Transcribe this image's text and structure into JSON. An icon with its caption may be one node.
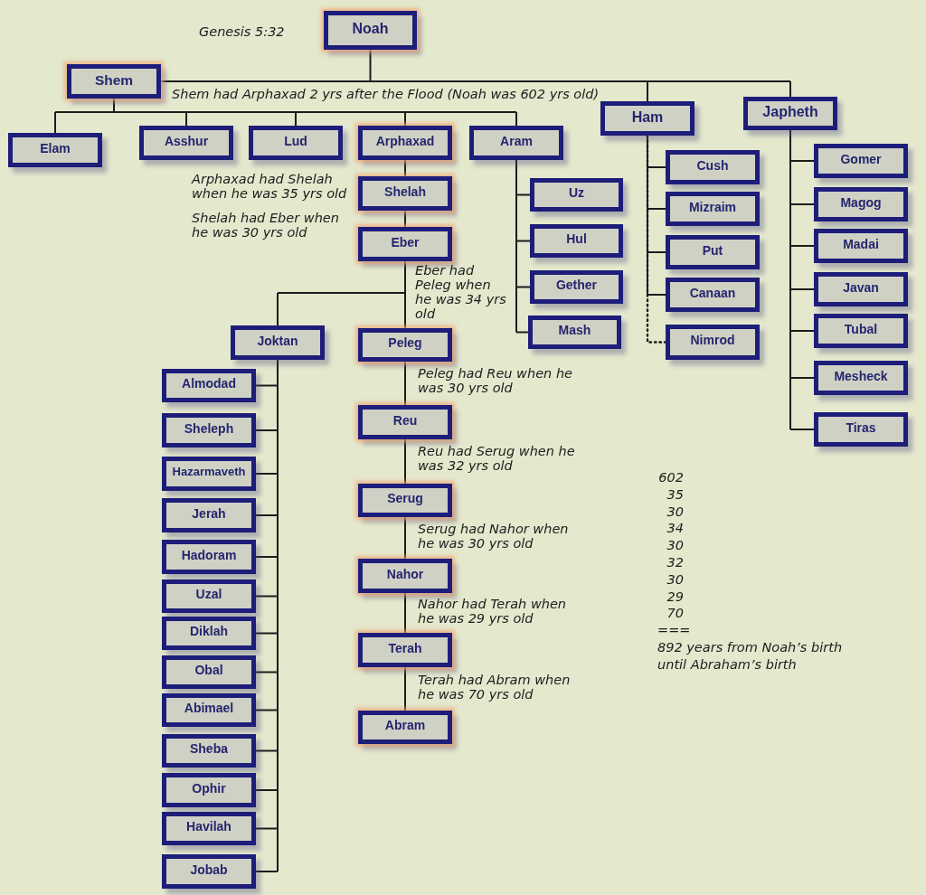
{
  "diagram": {
    "nodes": [
      {
        "text": [
          "Noah"
        ]
      },
      {
        "text": [
          "Shem"
        ]
      },
      {
        "text": [
          "Ham"
        ]
      },
      {
        "text": [
          "Japheth"
        ]
      },
      {
        "text": [
          "Elam"
        ]
      },
      {
        "text": [
          "Asshur"
        ]
      },
      {
        "text": [
          "Lud"
        ]
      },
      {
        "text": [
          "Arphaxad"
        ]
      },
      {
        "text": [
          "Aram"
        ]
      },
      {
        "text": [
          "Cush"
        ]
      },
      {
        "text": [
          "Mizraim"
        ]
      },
      {
        "text": [
          "Put"
        ]
      },
      {
        "text": [
          "Canaan"
        ]
      },
      {
        "text": [
          "Nimrod"
        ]
      },
      {
        "text": [
          "Gomer"
        ]
      },
      {
        "text": [
          "Magog"
        ]
      },
      {
        "text": [
          "Madai"
        ]
      },
      {
        "text": [
          "Javan"
        ]
      },
      {
        "text": [
          "Tubal"
        ]
      },
      {
        "text": [
          "Mesheck"
        ]
      },
      {
        "text": [
          "Tiras"
        ]
      },
      {
        "text": [
          "Uz"
        ]
      },
      {
        "text": [
          "Hul"
        ]
      },
      {
        "text": [
          "Gether"
        ]
      },
      {
        "text": [
          "Mash"
        ]
      },
      {
        "text": [
          "Shelah"
        ]
      },
      {
        "text": [
          "Eber"
        ]
      },
      {
        "text": [
          "Joktan"
        ]
      },
      {
        "text": [
          "Peleg"
        ]
      },
      {
        "text": [
          "Reu"
        ]
      },
      {
        "text": [
          "Serug"
        ]
      },
      {
        "text": [
          "Nahor"
        ]
      },
      {
        "text": [
          "Terah"
        ]
      },
      {
        "text": [
          "Abram"
        ]
      },
      {
        "text": [
          "Almodad"
        ]
      },
      {
        "text": [
          "Sheleph"
        ]
      },
      {
        "text": [
          "Hazarmaveth"
        ]
      },
      {
        "text": [
          "Jerah"
        ]
      },
      {
        "text": [
          "Hadoram"
        ]
      },
      {
        "text": [
          "Uzal"
        ]
      },
      {
        "text": [
          "Diklah"
        ]
      },
      {
        "text": [
          "Obal"
        ]
      },
      {
        "text": [
          "Abimael"
        ]
      },
      {
        "text": [
          "Sheba"
        ]
      },
      {
        "text": [
          "Ophir"
        ]
      },
      {
        "text": [
          "Havilah"
        ]
      },
      {
        "text": [
          "Jobab"
        ]
      }
    ],
    "edges": [
      {
        "from": 0,
        "to": 1,
        "arrow": "none"
      },
      {
        "from": 0,
        "to": 2,
        "arrow": "none"
      },
      {
        "from": 0,
        "to": 3,
        "arrow": "none"
      },
      {
        "from": 1,
        "to": 4,
        "arrow": "none"
      },
      {
        "from": 1,
        "to": 5,
        "arrow": "none"
      },
      {
        "from": 1,
        "to": 6,
        "arrow": "none"
      },
      {
        "from": 1,
        "to": 7,
        "arrow": "none"
      },
      {
        "from": 1,
        "to": 8,
        "arrow": "none"
      },
      {
        "from": 2,
        "to": 9,
        "arrow": "none"
      },
      {
        "from": 2,
        "to": 10,
        "arrow": "none"
      },
      {
        "from": 2,
        "to": 11,
        "arrow": "none"
      },
      {
        "from": 2,
        "to": 12,
        "arrow": "none"
      },
      {
        "from": 2,
        "to": 13,
        "arrow": "none",
        "style": "dashed"
      },
      {
        "from": 3,
        "to": 14,
        "arrow": "none"
      },
      {
        "from": 3,
        "to": 15,
        "arrow": "none"
      },
      {
        "from": 3,
        "to": 16,
        "arrow": "none"
      },
      {
        "from": 3,
        "to": 17,
        "arrow": "none"
      },
      {
        "from": 3,
        "to": 18,
        "arrow": "none"
      },
      {
        "from": 3,
        "to": 19,
        "arrow": "none"
      },
      {
        "from": 3,
        "to": 20,
        "arrow": "none"
      },
      {
        "from": 8,
        "to": 21,
        "arrow": "none"
      },
      {
        "from": 8,
        "to": 22,
        "arrow": "none"
      },
      {
        "from": 8,
        "to": 23,
        "arrow": "none"
      },
      {
        "from": 8,
        "to": 24,
        "arrow": "none"
      },
      {
        "from": 7,
        "to": 25,
        "arrow": "none"
      },
      {
        "from": 25,
        "to": 26,
        "arrow": "none"
      },
      {
        "from": 26,
        "to": 27,
        "arrow": "none"
      },
      {
        "from": 26,
        "to": 28,
        "arrow": "none"
      },
      {
        "from": 28,
        "to": 29,
        "arrow": "none"
      },
      {
        "from": 29,
        "to": 30,
        "arrow": "none"
      },
      {
        "from": 30,
        "to": 31,
        "arrow": "none"
      },
      {
        "from": 31,
        "to": 32,
        "arrow": "none"
      },
      {
        "from": 32,
        "to": 33,
        "arrow": "none"
      },
      {
        "from": 27,
        "to": 34,
        "arrow": "none"
      },
      {
        "from": 27,
        "to": 35,
        "arrow": "none"
      },
      {
        "from": 27,
        "to": 36,
        "arrow": "none"
      },
      {
        "from": 27,
        "to": 37,
        "arrow": "none"
      },
      {
        "from": 27,
        "to": 38,
        "arrow": "none"
      },
      {
        "from": 27,
        "to": 39,
        "arrow": "none"
      },
      {
        "from": 27,
        "to": 40,
        "arrow": "none"
      },
      {
        "from": 27,
        "to": 41,
        "arrow": "none"
      },
      {
        "from": 27,
        "to": 42,
        "arrow": "none"
      },
      {
        "from": 27,
        "to": 43,
        "arrow": "none"
      },
      {
        "from": 27,
        "to": 44,
        "arrow": "none"
      },
      {
        "from": 27,
        "to": 45,
        "arrow": "none"
      },
      {
        "from": 27,
        "to": 46,
        "arrow": "none"
      }
    ],
    "labels": [
      "Genesis 5:32",
      "Shem had Arphaxad 2 yrs after the Flood (Noah was 602 yrs old)",
      "Arphaxad had Shelah when he was 35 yrs old",
      "Shelah had Eber when he was 30 yrs old",
      "Eber had Peleg when he was 34 yrs old",
      "Peleg had Reu when he was 30 yrs old",
      "Reu had Serug when he was 32 yrs old",
      "Serug had Nahor when he was 30 yrs old",
      "Nahor had Terah when he was 29 yrs old",
      "Terah had Abram when he was 70 yrs old",
      "602",
      "35",
      "30",
      "34",
      "30",
      "32",
      "30",
      "29",
      "70",
      "===",
      "892 years from Noah’s birth until Abraham’s birth"
    ]
  }
}
